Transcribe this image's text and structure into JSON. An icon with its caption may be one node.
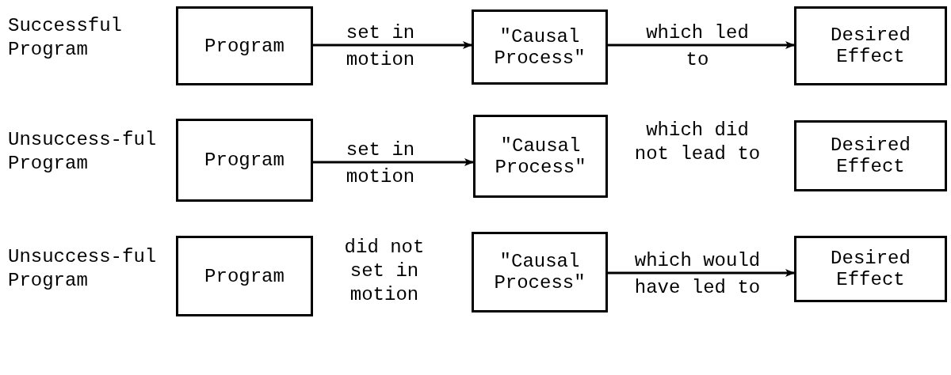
{
  "diagram": {
    "nodes": [
      {
        "text": [
          "Program"
        ]
      },
      {
        "text": [
          "\"Causal Process\""
        ]
      },
      {
        "text": [
          "Desired Effect"
        ]
      },
      {
        "text": [
          "Program"
        ]
      },
      {
        "text": [
          "\"Causal Process\""
        ]
      },
      {
        "text": [
          "Desired Effect"
        ]
      },
      {
        "text": [
          "Program"
        ]
      },
      {
        "text": [
          "\"Causal Process\""
        ]
      },
      {
        "text": [
          "Desired Effect"
        ]
      }
    ],
    "edges": [
      {
        "from": 0,
        "to": 1,
        "arrow": "to",
        "label": "set in motion"
      },
      {
        "from": 1,
        "to": 2,
        "arrow": "to",
        "label": "which led to"
      },
      {
        "from": 3,
        "to": 4,
        "arrow": "to",
        "label": "set in motion"
      },
      {
        "from": 7,
        "to": 8,
        "arrow": "to",
        "label": "which would have led to"
      }
    ],
    "labels": [
      "Successful Program",
      "Unsuccess-ful Program",
      "which did not lead to",
      "Unsuccess-ful Program",
      "did not set in motion"
    ]
  }
}
